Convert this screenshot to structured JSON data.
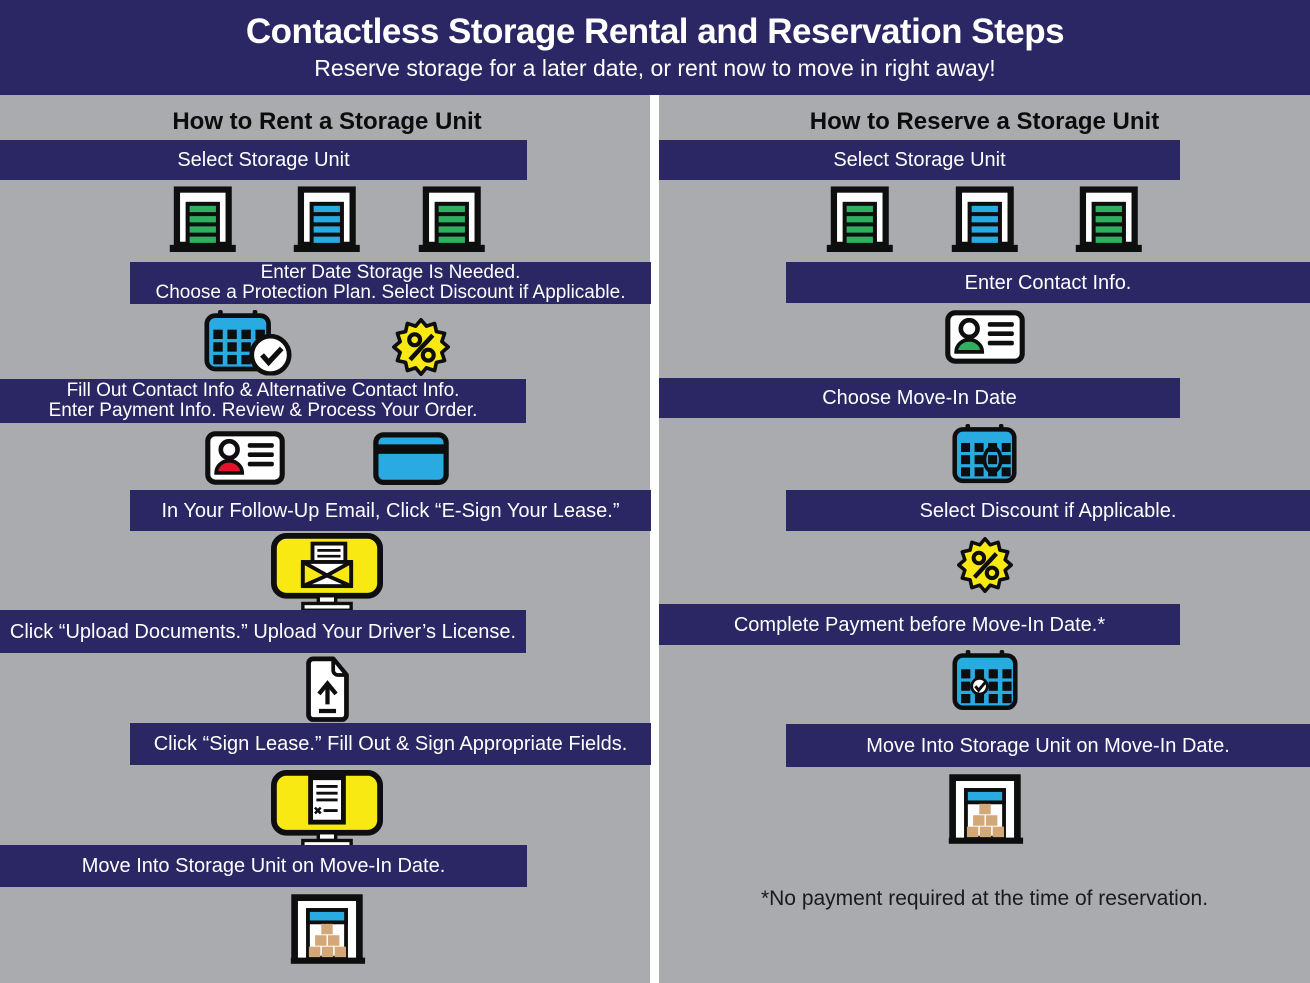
{
  "header": {
    "title": "Contactless Storage Rental and Reservation Steps",
    "subtitle": "Reserve storage for a later date, or rent now to move in right away!"
  },
  "rent": {
    "heading": "How to Rent a Storage Unit",
    "step1": "Select Storage Unit",
    "step2_line1": "Enter Date Storage Is Needed.",
    "step2_line2": "Choose a Protection Plan. Select Discount if Applicable.",
    "step3_line1": "Fill Out Contact Info & Alternative Contact Info.",
    "step3_line2": "Enter Payment Info. Review & Process Your Order.",
    "step4": "In Your Follow-Up Email, Click “E-Sign Your Lease.”",
    "step5": "Click “Upload Documents.” Upload Your Driver’s License.",
    "step6": "Click “Sign Lease.” Fill Out & Sign Appropriate Fields.",
    "step7": "Move Into Storage Unit on Move-In Date."
  },
  "reserve": {
    "heading": "How to Reserve a Storage Unit",
    "step1": "Select Storage Unit",
    "step2": "Enter Contact Info.",
    "step3": "Choose Move-In Date",
    "step4": "Select Discount if Applicable.",
    "step5": "Complete Payment before Move-In Date.*",
    "step6": "Move Into Storage Unit on Move-In Date.",
    "footnote": "*No payment required at the time of reservation."
  },
  "icons": {
    "storage_unit": "storage-unit-door-icon",
    "calendar_check": "calendar-with-checkmark-icon",
    "calendar_circled_date": "calendar-with-circled-date-icon",
    "calendar_check_date": "calendar-with-checked-date-icon",
    "discount": "percent-starburst-icon",
    "contact_card": "id-card-icon",
    "payment_card": "credit-card-icon",
    "monitor_email": "monitor-with-email-icon",
    "upload_document": "document-upload-icon",
    "monitor_lease": "monitor-with-document-icon",
    "move_in": "storage-unit-with-boxes-icon"
  },
  "colors": {
    "navy": "#2b2765",
    "background_gray": "#a9abae",
    "divider_white": "#ffffff",
    "banner_text": "#ffffff",
    "green": "#2eb05e",
    "blue": "#29abe2",
    "yellow": "#f8e913",
    "red": "#e3132b",
    "tan": "#d3a878",
    "heading_black": "#0c0c0c"
  }
}
